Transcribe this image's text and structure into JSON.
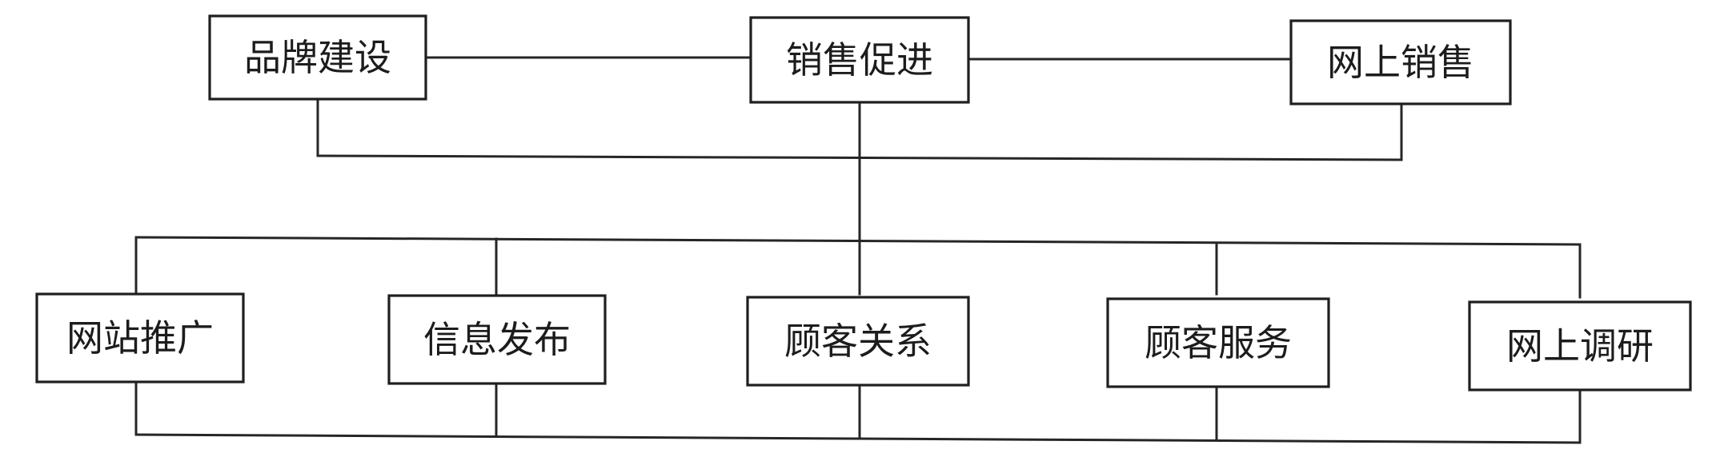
{
  "diagram": {
    "top_row": {
      "brand_building": "品牌建设",
      "sales_promotion": "销售促进",
      "online_sales": "网上销售"
    },
    "bottom_row": {
      "website_promotion": "网站推广",
      "info_release": "信息发布",
      "customer_relations": "顾客关系",
      "customer_service": "顾客服务",
      "online_research": "网上调研"
    }
  },
  "colors": {
    "line": "#262626",
    "box_border": "#1f1f1f",
    "text": "#1c1c1c",
    "background": "#ffffff"
  }
}
